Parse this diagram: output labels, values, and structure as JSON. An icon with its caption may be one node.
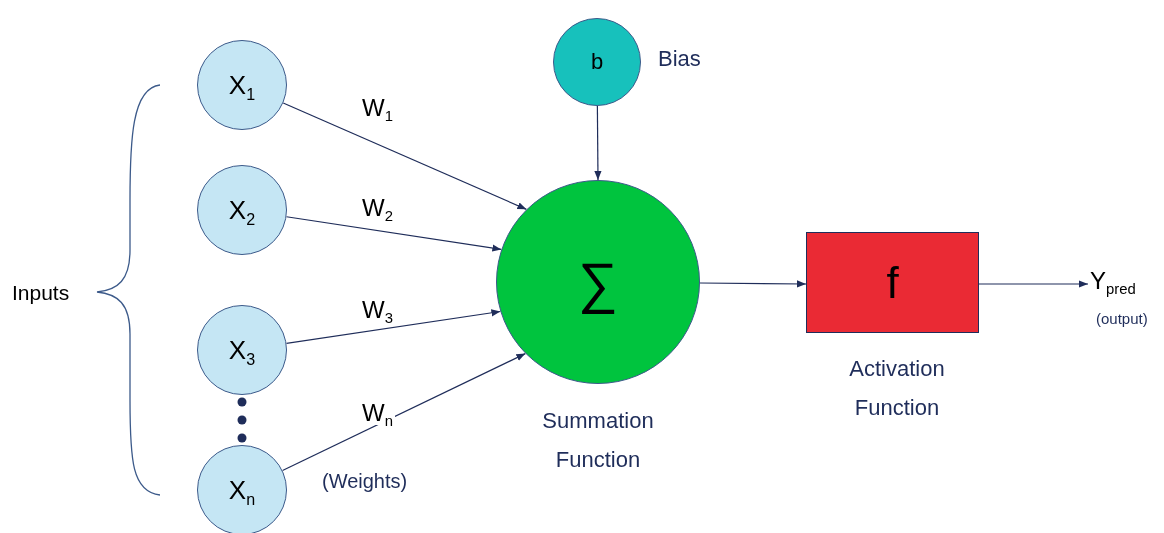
{
  "diagram": {
    "nodes": [
      {
        "text": [
          "X$_{1}$"
        ]
      },
      {
        "text": [
          "X$_{2}$"
        ]
      },
      {
        "text": [
          "X$_{3}$"
        ]
      },
      {
        "text": [
          "X$_{n}$"
        ]
      },
      {
        "text": [
          "b"
        ],
        "beside": [
          "Bias"
        ]
      },
      {
        "text": [
          "∑"
        ],
        "beside": [
          "Summation Function"
        ]
      },
      {
        "text": [
          "f"
        ],
        "beside": [
          "Activation Function"
        ]
      },
      {
        "text": [
          "Y$_{pred}$"
        ],
        "beside": [
          "(output)"
        ]
      }
    ],
    "edges": [
      {
        "from": 0,
        "to": 5,
        "arrow": "to",
        "label": "W$_{1}$"
      },
      {
        "from": 1,
        "to": 5,
        "arrow": "to",
        "label": "W$_{2}$"
      },
      {
        "from": 2,
        "to": 5,
        "arrow": "to",
        "label": "W$_{3}$"
      },
      {
        "from": 3,
        "to": 5,
        "arrow": "to",
        "label": "W$_{n}$"
      },
      {
        "from": 4,
        "to": 5,
        "arrow": "to"
      },
      {
        "from": 5,
        "to": 6,
        "arrow": "to"
      },
      {
        "from": 6,
        "to": 7,
        "arrow": "to"
      }
    ],
    "labels": [
      "Inputs",
      "(Weights)"
    ]
  }
}
